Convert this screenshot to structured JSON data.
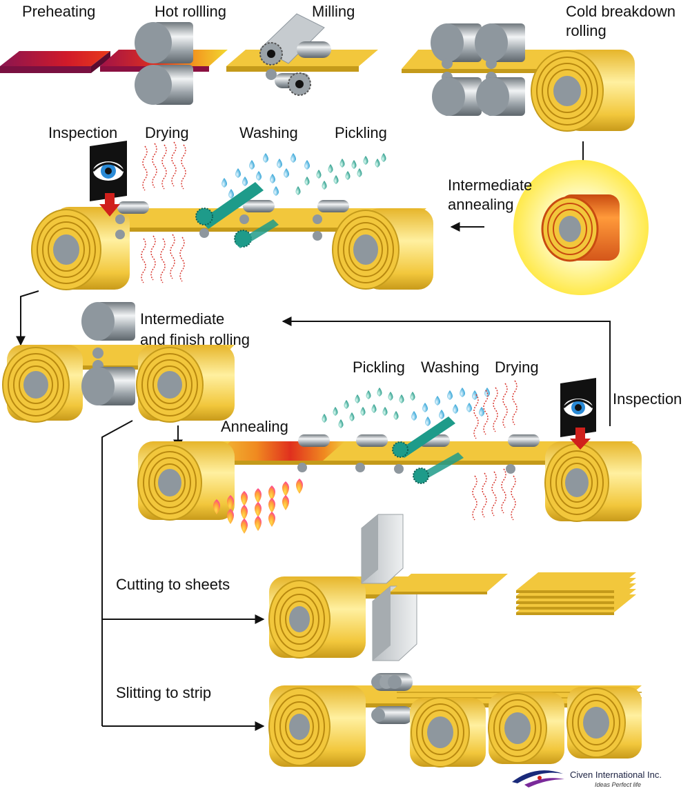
{
  "labels": {
    "preheating": "Preheating",
    "hot_rolling": "Hot rollling",
    "milling": "Milling",
    "cold_breakdown_1": "Cold breakdown",
    "cold_breakdown_2": "rolling",
    "inspection_top": "Inspection",
    "drying_top": "Drying",
    "washing_top": "Washing",
    "pickling_top": "Pickling",
    "intermediate_annealing_1": "Intermediate",
    "intermediate_annealing_2": "annealing",
    "finish_rolling_1": "Intermediate",
    "finish_rolling_2": "and finish rolling",
    "pickling_bottom": "Pickling",
    "washing_bottom": "Washing",
    "drying_bottom": "Drying",
    "inspection_right": "Inspection",
    "annealing": "Annealing",
    "cutting_to_sheets": "Cutting to sheets",
    "slitting_to_strip": "Slitting to strip"
  },
  "logo": {
    "name": "Civen International Inc.",
    "tagline": "Ideas Perfect life"
  },
  "colors": {
    "strip_yellow": "#f2c73c",
    "strip_dark": "#c49a1a",
    "roll_gray": "#8e979e",
    "hot_red": "#c8102e",
    "magenta": "#8a1550",
    "water_blue": "#2aa6d6",
    "acid_teal": "#1e9b8a",
    "flame_pink": "#ff4fa0",
    "flame_orange": "#ffb02a",
    "arrow_red": "#d0201c",
    "glow_yellow": "#fff27a",
    "annealing_orange": "#e8641a"
  }
}
